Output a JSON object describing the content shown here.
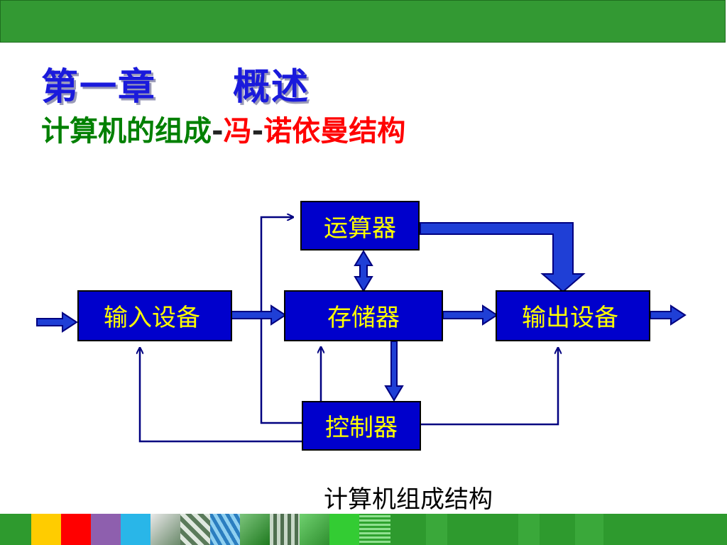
{
  "slide": {
    "title": "第一章　　概述",
    "subtitle_part1": "计算机的组成",
    "subtitle_sep1": "-",
    "subtitle_part2": "冯",
    "subtitle_sep2": "-",
    "subtitle_part3": "诺依曼结构",
    "caption": "计算机组成结构"
  },
  "diagram": {
    "nodes": {
      "alu": "运算器",
      "input": "输入设备",
      "memory": "存储器",
      "output": "输出设备",
      "control": "控制器"
    }
  },
  "colors": {
    "topbar": "#339933",
    "title": "#1a1adc",
    "subtitle_green": "#008000",
    "subtitle_red": "#ff0000",
    "box_fill": "#0000cc",
    "box_text": "#ffff00",
    "arrow": "#1f3fd6",
    "control_line": "#000080"
  }
}
